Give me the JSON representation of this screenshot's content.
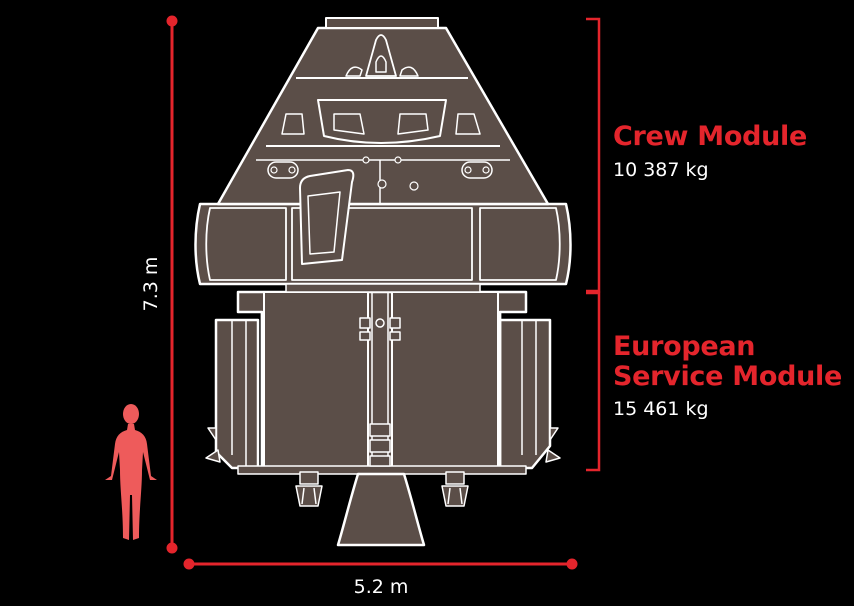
{
  "colors": {
    "background": "#000000",
    "accent": "#e4252c",
    "hull": "#5b4e48",
    "outline": "#ffffff",
    "human": "#ee5b5b"
  },
  "dimensions": {
    "height": "7.3 m",
    "width": "5.2 m"
  },
  "modules": [
    {
      "name": "Crew Module",
      "mass": "10 387 kg"
    },
    {
      "name_lines": [
        "European",
        "Service Module"
      ],
      "mass": "15 461 kg"
    }
  ],
  "icons": {
    "spacecraft": "orion-spacecraft-illustration",
    "human": "human-scale-silhouette"
  }
}
